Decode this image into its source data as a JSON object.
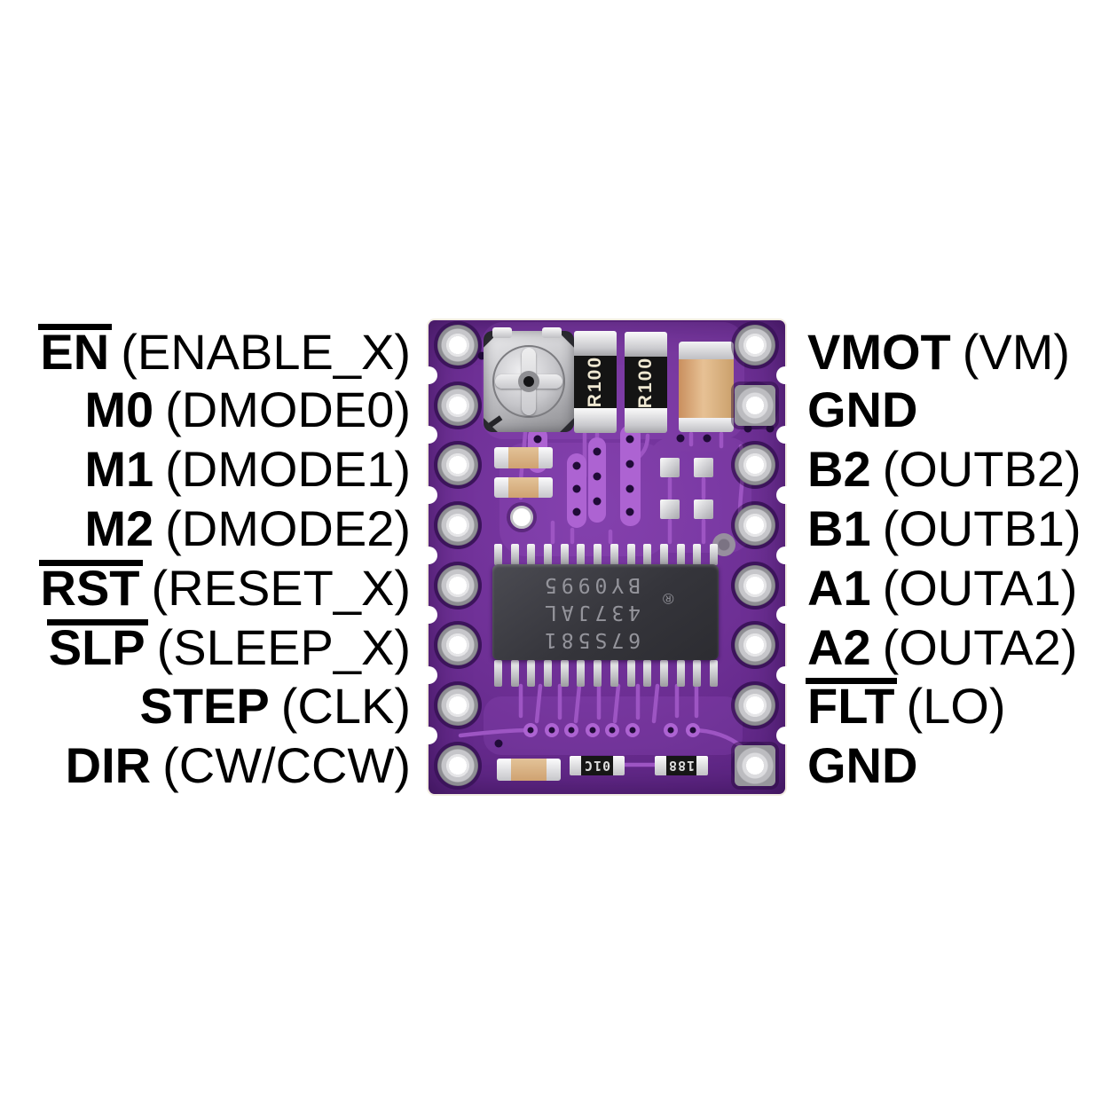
{
  "diagram": {
    "left_pins": [
      {
        "name": "EN",
        "overline": true,
        "desc": "(ENABLE_X)"
      },
      {
        "name": "M0",
        "overline": false,
        "desc": "(DMODE0)"
      },
      {
        "name": "M1",
        "overline": false,
        "desc": "(DMODE1)"
      },
      {
        "name": "M2",
        "overline": false,
        "desc": "(DMODE2)"
      },
      {
        "name": "RST",
        "overline": true,
        "desc": "(RESET_X)"
      },
      {
        "name": "SLP",
        "overline": true,
        "desc": "(SLEEP_X)"
      },
      {
        "name": "STEP",
        "overline": false,
        "desc": "(CLK)"
      },
      {
        "name": "DIR",
        "overline": false,
        "desc": "(CW/CCW)"
      }
    ],
    "right_pins": [
      {
        "name": "VMOT",
        "overline": false,
        "desc": "(VM)"
      },
      {
        "name": "GND",
        "overline": false,
        "desc": ""
      },
      {
        "name": "B2",
        "overline": false,
        "desc": "(OUTB2)"
      },
      {
        "name": "B1",
        "overline": false,
        "desc": "(OUTB1)"
      },
      {
        "name": "A1",
        "overline": false,
        "desc": "(OUTA1)"
      },
      {
        "name": "A2",
        "overline": false,
        "desc": "(OUTA2)"
      },
      {
        "name": "FLT",
        "overline": true,
        "desc": "(LO)"
      },
      {
        "name": "GND",
        "overline": false,
        "desc": ""
      }
    ],
    "board": {
      "ic_marking": [
        "67S581",
        "437JAL",
        "BY0995"
      ],
      "ic_reg_symbol": "®",
      "sense_resistors": [
        "R100",
        "R100"
      ],
      "bottom_chips": [
        "01C",
        "188"
      ],
      "colors": {
        "pcb_purple": "#6d2f94",
        "pcb_trace": "#9d55c3",
        "pad_silver": "#d6d6d8",
        "ic_body": "#3a3a40",
        "label_text": "#000000",
        "capacitor_tan": "#d7a377"
      }
    }
  }
}
